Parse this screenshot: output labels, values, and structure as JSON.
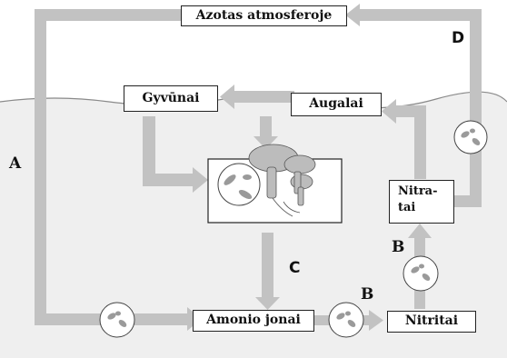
{
  "labels": {
    "atmosphere": "Azotas atmosferoje",
    "animals": "Gyvūnai",
    "plants": "Augalai",
    "nitrates_line1": "Nitra-",
    "nitrates_line2": "tai",
    "ammonium": "Amonio jonai",
    "nitrites": "Nitritai"
  },
  "letters": {
    "a": "A",
    "b1": "B",
    "b2": "B",
    "c": "C",
    "d": "D"
  },
  "colors": {
    "arrow": "#c2c2c2",
    "soil": "#eeeeee",
    "microbe": "#9a9a9a",
    "box_border": "#222222"
  }
}
